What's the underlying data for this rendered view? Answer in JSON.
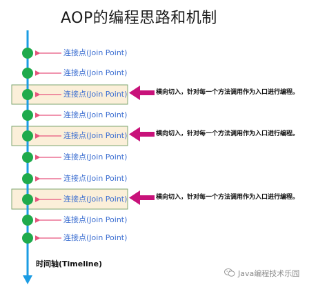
{
  "title": "AOP的编程思路和机制",
  "join_point_label": "连接点(Join Point)",
  "cross_cut_label": "横向切入，针对每一个方法调用作为入口进行编程。",
  "timeline_label": "时间轴(Timeline)",
  "watermark": "Java编程技术乐园",
  "colors": {
    "axis": "#1b9ce3",
    "node": "#1faa4c",
    "arrow": "#e6557e",
    "cross_arrow": "#c8127a",
    "highlight_fill": "#fbefd9",
    "highlight_stroke": "#7ea46e",
    "label": "#3d6fd1"
  }
}
